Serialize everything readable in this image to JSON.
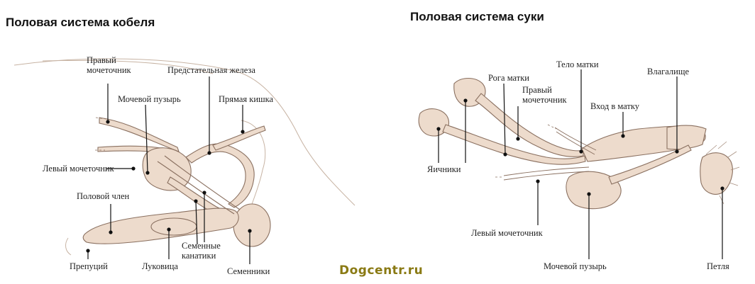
{
  "male": {
    "title": "Половая система кобеля",
    "labels": {
      "right_ureter": "Правый\nмочеточник",
      "prostate": "Предстательная железа",
      "bladder": "Мочевой пузырь",
      "rectum": "Прямая кишка",
      "left_ureter": "Левый мочеточник",
      "penis": "Половой член",
      "spermatic_cords": "Семенные\nканатики",
      "prepuce": "Препуций",
      "bulb": "Луковица",
      "testes": "Семенники"
    }
  },
  "female": {
    "title": "Половая система суки",
    "labels": {
      "uterine_horns": "Рога матки",
      "uterine_body": "Тело матки",
      "right_ureter": "Правый\nмочеточник",
      "vagina": "Влагалище",
      "cervix": "Вход в матку",
      "ovaries": "Яичники",
      "left_ureter": "Левый мочеточник",
      "bladder": "Мочевой пузырь",
      "vulva": "Петля"
    }
  },
  "watermark": "Dogcentr.ru",
  "colors": {
    "organ_fill": "#eddbcc",
    "organ_stroke": "#8a7060",
    "leader_line": "#111111"
  }
}
